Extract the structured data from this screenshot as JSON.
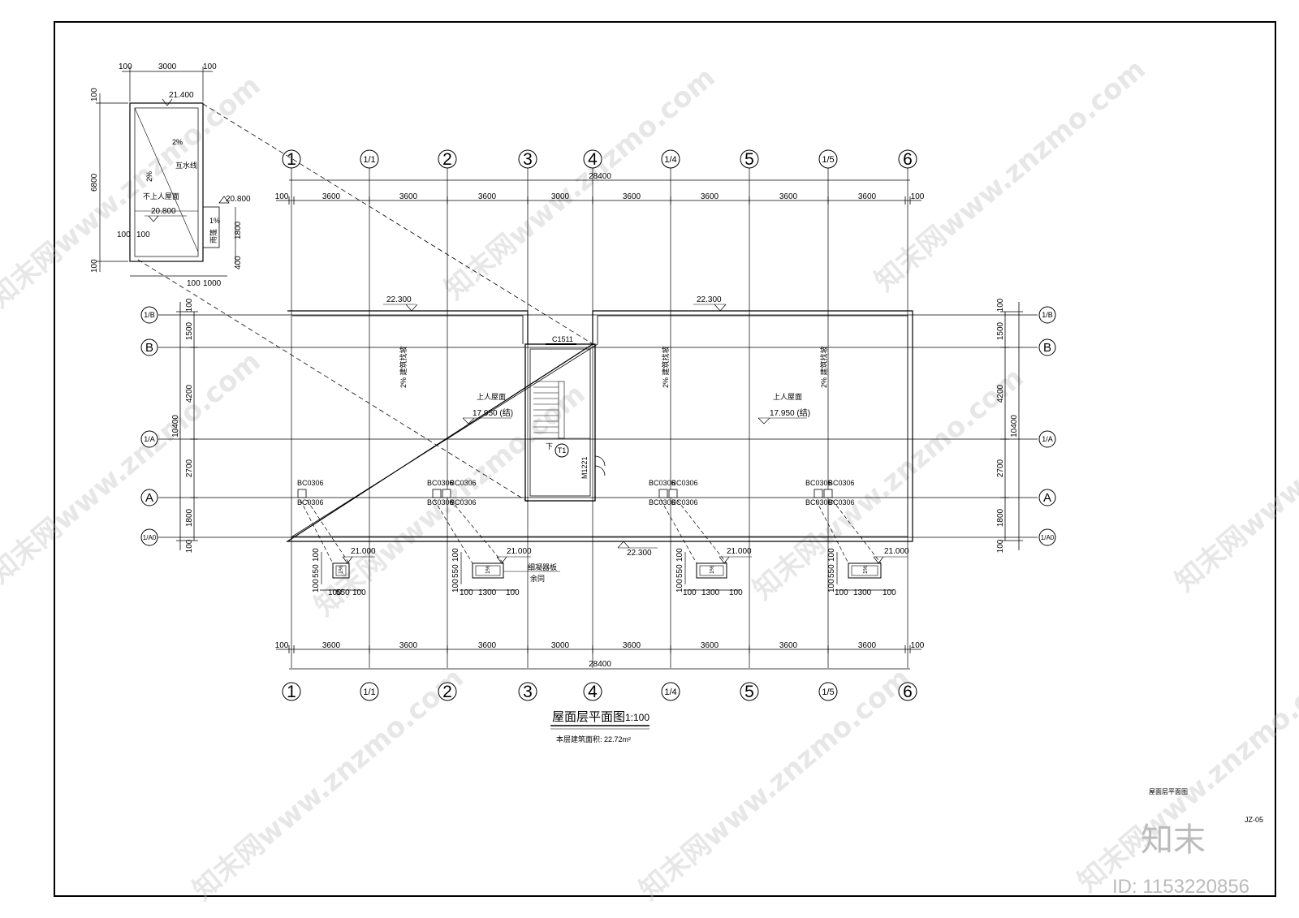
{
  "drawing": {
    "title": "屋面层平面图",
    "scale": "1:100",
    "area_note": "本层建筑面积: 22.72m²",
    "sheet_name": "屋面层平面图",
    "sheet_number": "JZ-05",
    "brand_logo": "知末",
    "image_id": "ID: 1153220856",
    "watermark": "知末网www.znzmo.com"
  },
  "top_axes": [
    "1",
    "1/1",
    "2",
    "3",
    "4",
    "1/4",
    "5",
    "1/5",
    "6"
  ],
  "bottom_axes": [
    "1",
    "1/1",
    "2",
    "3",
    "4",
    "1/4",
    "5",
    "1/5",
    "6"
  ],
  "left_axes": [
    "1/B",
    "B",
    "1/A",
    "A",
    "1/A0"
  ],
  "right_axes": [
    "1/B",
    "B",
    "1/A",
    "A",
    "1/A0"
  ],
  "top_dims": {
    "total": "28400",
    "segments": [
      "100",
      "3600",
      "3600",
      "3600",
      "3000",
      "3600",
      "3600",
      "3600",
      "3600",
      "100"
    ]
  },
  "bottom_dims": {
    "total": "28400",
    "segments": [
      "100",
      "3600",
      "3600",
      "3600",
      "3000",
      "3600",
      "3600",
      "3600",
      "3600",
      "100"
    ]
  },
  "left_dims": {
    "total": "10400",
    "segments": [
      "100",
      "1500",
      "4200",
      "2700",
      "1800",
      "100"
    ]
  },
  "right_dims": {
    "total": "10400",
    "segments": [
      "100",
      "1500",
      "4200",
      "2700",
      "1800",
      "100"
    ]
  },
  "roof": {
    "elevations": [
      "22.300",
      "22.300",
      "22.300"
    ],
    "left_label": "上人屋面",
    "left_elev": "17.950 (结)",
    "right_label": "上人屋面",
    "right_elev": "17.950 (结)",
    "slope_notes": [
      "2% 建筑找坡",
      "2% 建筑找坡",
      "2% 建筑找坡"
    ],
    "window": "C1511",
    "door": "M1221",
    "stair_tag": "T1",
    "stair_down": "下"
  },
  "vents": {
    "labels": [
      "BC0306",
      "BC0306",
      "BC0306",
      "BC0306",
      "BC0306",
      "BC0306",
      "BC0306",
      "BC0306",
      "BC0306",
      "BC0306",
      "BC0306",
      "BC0306",
      "BC0306",
      "BC0306"
    ],
    "elevations": [
      "21.000",
      "21.000",
      "21.000",
      "21.000"
    ],
    "slope": "1%",
    "dims_a": [
      "100",
      "550",
      "100"
    ],
    "dims_b": [
      "100",
      "1300",
      "100"
    ],
    "side_dims": [
      "100",
      "550",
      "100"
    ],
    "notes": [
      "细凝器板",
      "余同"
    ]
  },
  "inset": {
    "top_dims": [
      "100",
      "3000",
      "100"
    ],
    "side_dims": [
      "100",
      "6800",
      "100"
    ],
    "elev_top": "21.400",
    "slope_a": "2%",
    "slope_b": "2%",
    "line_note": "互水线",
    "roof_note": "不上人屋面",
    "roof_elev": "20.800",
    "step_elev": "20.800",
    "step_slope": "1%",
    "step_dims": [
      "1800",
      "400"
    ],
    "gutter": "雨篷",
    "left_small": [
      "100",
      "100"
    ],
    "bottom_dims": [
      "100",
      "1000"
    ]
  }
}
